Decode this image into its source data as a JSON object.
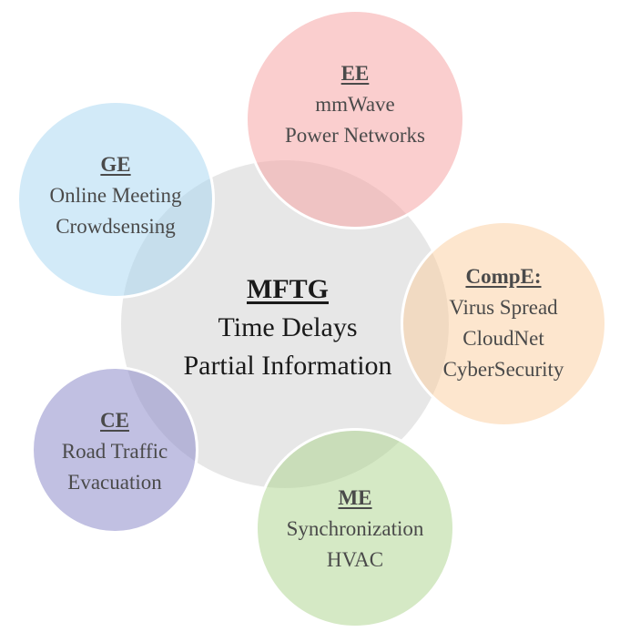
{
  "center": {
    "title": "MFTG",
    "lines": [
      "Time Delays",
      "Partial Information"
    ],
    "color": "#d8d8d8"
  },
  "domains": [
    {
      "key": "ee",
      "title": "EE",
      "lines": [
        "mmWave",
        "Power Networks"
      ],
      "color": "#f6a5a5"
    },
    {
      "key": "ge",
      "title": "GE",
      "lines": [
        "Online Meeting",
        "Crowdsensing"
      ],
      "color": "#a9d6f2"
    },
    {
      "key": "comp",
      "title": "CompE:",
      "lines": [
        "Virus Spread",
        "CloudNet",
        "CyberSecurity"
      ],
      "color": "#fbce9e"
    },
    {
      "key": "ce",
      "title": "CE",
      "lines": [
        "Road Traffic",
        "Evacuation"
      ],
      "color": "#918ecc"
    },
    {
      "key": "me",
      "title": "ME",
      "lines": [
        "Synchronization",
        "HVAC"
      ],
      "color": "#aed48f"
    }
  ]
}
